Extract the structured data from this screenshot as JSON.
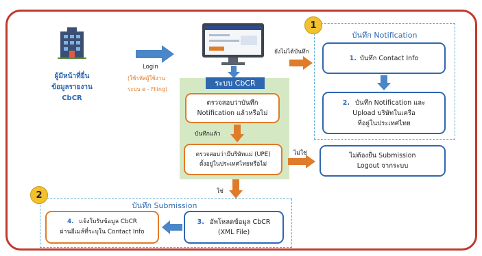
{
  "submitter": {
    "line1": "ผู้มีหน้าที่ยื่น",
    "line2": "ข้อมูลรายงาน",
    "line3": "CbCR"
  },
  "login": {
    "label": "Login",
    "hint1": "(ใช้รหัสผู้ใช้งาน",
    "hint2": "ระบบ e - Filing)"
  },
  "system": {
    "title": "ระบบ CbCR",
    "check_notification": {
      "line1": "ตรวจสอบว่าบันทึก",
      "line2": "Notification แล้วหรือไม่"
    },
    "recorded_label": "บันทึกแล้ว",
    "check_upe": {
      "line1": "ตรวจสอบว่ามีบริษัทแม่ (UPE)",
      "line2": "ตั้งอยู่ในประเทศไทยหรือไม่"
    },
    "yes_label": "ใช่",
    "no_label": "ไม่ใช่",
    "not_recorded_label": "ยังไม่ได้บันทึก"
  },
  "notification_group": {
    "badge": "1",
    "title": "บันทึก Notification",
    "step1": {
      "num": "1.",
      "text": "บันทึก Contact Info"
    },
    "step2": {
      "num": "2.",
      "line1": "บันทึก Notification และ",
      "line2": "Upload บริษัทในเครือ",
      "line3": "ที่อยู่ในประเทศไทย"
    }
  },
  "no_submission": {
    "line1": "ไม่ต้องยื่น Submission",
    "line2": "Logout จากระบบ"
  },
  "submission_group": {
    "badge": "2",
    "title": "บันทึก Submission",
    "step3": {
      "num": "3.",
      "line1": "อัพโหลดข้อมูล CbCR",
      "line2": "(XML File)"
    },
    "step4": {
      "num": "4.",
      "line1": "แจ้งใบรับข้อมูล CbCR",
      "line2": "ผ่านอีเมล์ที่ระบุใน Contact Info"
    }
  },
  "colors": {
    "frame": "#c0392b",
    "blue": "#2e67b0",
    "orange": "#e07b2a",
    "green_panel": "#d5e8c4",
    "badge": "#f2c12e"
  }
}
